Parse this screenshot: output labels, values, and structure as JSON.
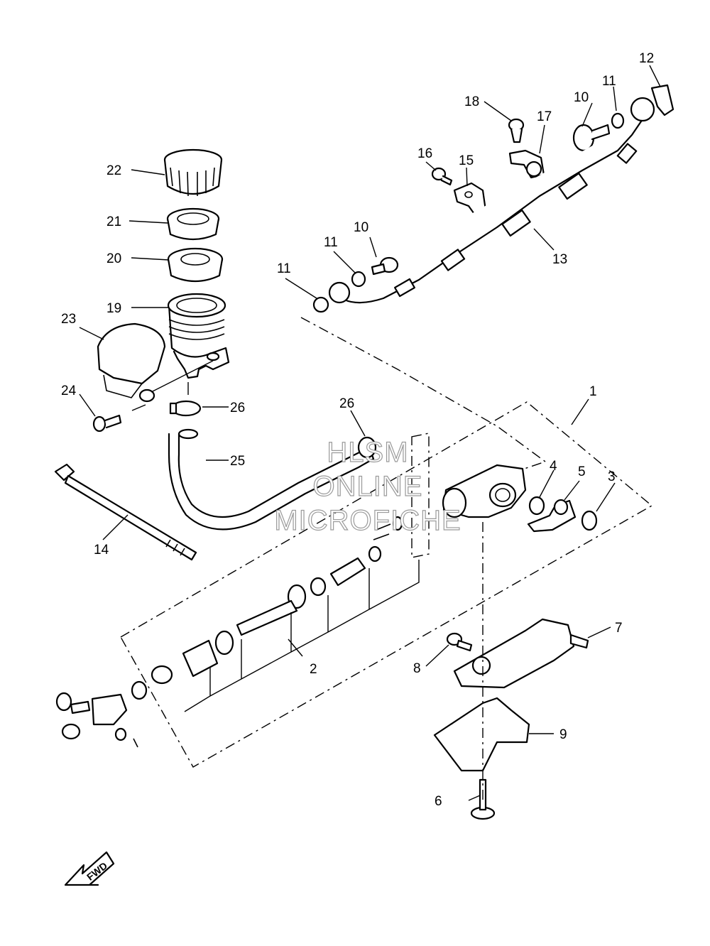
{
  "callouts": {
    "c1": "1",
    "c2": "2",
    "c3": "3",
    "c4": "4",
    "c5": "5",
    "c6": "6",
    "c7": "7",
    "c8": "8",
    "c9": "9",
    "c10a": "10",
    "c10b": "10",
    "c11a": "11",
    "c11b": "11",
    "c11c": "11",
    "c12": "12",
    "c13": "13",
    "c14": "14",
    "c15": "15",
    "c16": "16",
    "c17": "17",
    "c18": "18",
    "c19": "19",
    "c20": "20",
    "c21": "21",
    "c22": "22",
    "c23": "23",
    "c24": "24",
    "c25": "25",
    "c26a": "26",
    "c26b": "26"
  },
  "watermark": {
    "line1": "HLSM",
    "line2": "ONLINE",
    "line3": "MICROFICHE"
  },
  "fwd_arrow": {
    "label": "FWD"
  }
}
